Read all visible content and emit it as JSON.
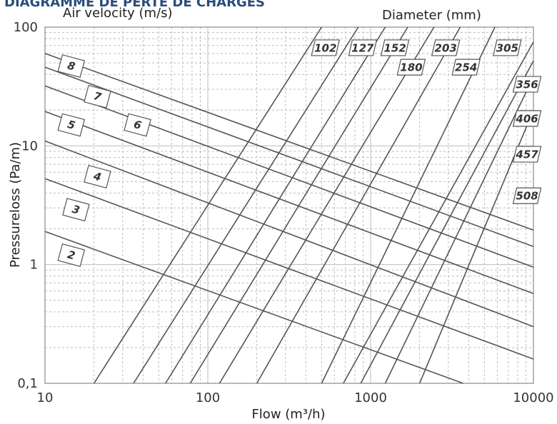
{
  "chart_data": {
    "type": "line",
    "title": "DIAGRAMME DE PERTE DE CHARGES",
    "xlabel": "Flow (m³/h)",
    "ylabel": "Pressureloss (Pa/m)",
    "left_label": "Air velocity (m/s)",
    "right_label": "Diameter (mm)",
    "x_scale": "log",
    "y_scale": "log",
    "xlim": [
      10,
      10000
    ],
    "ylim": [
      0.1,
      100
    ],
    "x_ticks": [
      {
        "v": 10,
        "t": "10"
      },
      {
        "v": 100,
        "t": "100"
      },
      {
        "v": 1000,
        "t": "1000"
      },
      {
        "v": 10000,
        "t": "10000"
      }
    ],
    "y_ticks": [
      {
        "v": 0.1,
        "t": "0,1"
      },
      {
        "v": 1,
        "t": "1"
      },
      {
        "v": 10,
        "t": "10"
      },
      {
        "v": 100,
        "t": "100"
      }
    ],
    "grid": true,
    "colors": {
      "line": "#555555",
      "grid": "#bdbdbd",
      "title": "#2a4d7a"
    },
    "velocity_series": [
      {
        "label": "8",
        "points": [
          [
            10,
            60
          ],
          [
            10000,
            1.95
          ]
        ],
        "label_at": [
          14.5,
          47
        ]
      },
      {
        "label": "7",
        "points": [
          [
            10,
            46
          ],
          [
            10000,
            1.42
          ]
        ],
        "label_at": [
          21,
          26
        ]
      },
      {
        "label": "6",
        "points": [
          [
            10,
            32
          ],
          [
            10000,
            0.95
          ]
        ],
        "label_at": [
          37,
          15
        ]
      },
      {
        "label": "5",
        "points": [
          [
            10,
            19.5
          ],
          [
            10000,
            0.57
          ]
        ],
        "label_at": [
          14.5,
          15
        ]
      },
      {
        "label": "4",
        "points": [
          [
            10,
            11
          ],
          [
            10000,
            0.3
          ]
        ],
        "label_at": [
          21,
          5.5
        ]
      },
      {
        "label": "3",
        "points": [
          [
            10,
            5.3
          ],
          [
            10000,
            0.16
          ]
        ],
        "label_at": [
          15.5,
          2.9
        ]
      },
      {
        "label": "2",
        "points": [
          [
            10,
            1.9
          ],
          [
            3700,
            0.1
          ]
        ],
        "label_at": [
          14.5,
          1.2
        ]
      }
    ],
    "diameter_series": [
      {
        "label": "102",
        "points": [
          [
            20,
            0.1
          ],
          [
            500,
            100
          ]
        ],
        "label_at": [
          520,
          67
        ]
      },
      {
        "label": "127",
        "points": [
          [
            35,
            0.1
          ],
          [
            840,
            100
          ]
        ],
        "label_at": [
          880,
          67
        ]
      },
      {
        "label": "152",
        "points": [
          [
            55,
            0.1
          ],
          [
            1230,
            100
          ]
        ],
        "label_at": [
          1390,
          67
        ]
      },
      {
        "label": "180",
        "points": [
          [
            78,
            0.1
          ],
          [
            1690,
            100
          ]
        ],
        "label_at": [
          1750,
          46
        ]
      },
      {
        "label": "203",
        "points": [
          [
            118,
            0.1
          ],
          [
            2450,
            100
          ]
        ],
        "label_at": [
          2850,
          67
        ]
      },
      {
        "label": "254",
        "points": [
          [
            200,
            0.1
          ],
          [
            3550,
            100
          ]
        ],
        "label_at": [
          3800,
          46
        ]
      },
      {
        "label": "305",
        "points": [
          [
            500,
            0.1
          ],
          [
            5800,
            100
          ]
        ],
        "label_at": [
          6800,
          67
        ]
      },
      {
        "label": "356",
        "points": [
          [
            680,
            0.1
          ],
          [
            10000,
            75
          ]
        ],
        "label_at": [
          9000,
          33
        ]
      },
      {
        "label": "406",
        "points": [
          [
            870,
            0.1
          ],
          [
            10000,
            52
          ]
        ],
        "label_at": [
          9000,
          17
        ]
      },
      {
        "label": "457",
        "points": [
          [
            1230,
            0.1
          ],
          [
            10000,
            38
          ]
        ],
        "label_at": [
          9000,
          8.5
        ]
      },
      {
        "label": "508",
        "points": [
          [
            2000,
            0.1
          ],
          [
            10000,
            20
          ]
        ],
        "label_at": [
          9000,
          3.8
        ]
      }
    ]
  }
}
